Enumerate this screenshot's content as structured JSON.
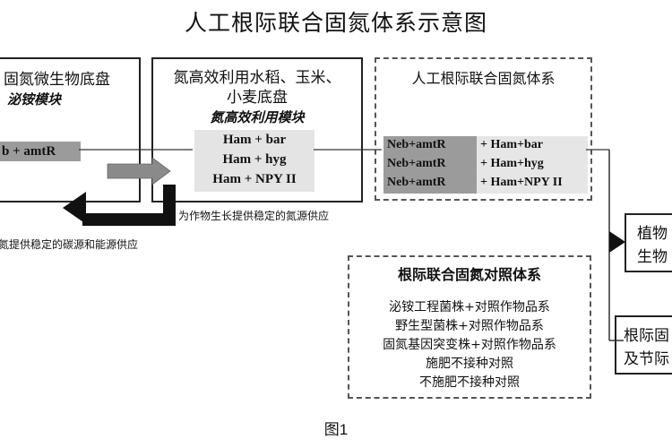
{
  "title": "人工根际联合固氮体系示意图",
  "box1": {
    "heading": "固氮微生物底盘",
    "module_label": "泌铵模块",
    "module_label_partial": "泌铵模块",
    "strain": "Neb + amtR",
    "strain_partial": "b + amtR"
  },
  "box2": {
    "heading_line1": "氮高效利用水稻、玉米、",
    "heading_line2": "小麦底盘",
    "module_label": "氮高效利用模块",
    "lines": [
      "Ham + bar",
      "Ham + hyg",
      "Ham + NPY II"
    ]
  },
  "box3": {
    "heading": "人工根际联合固氮体系",
    "rows": [
      {
        "left": "Neb+amtR",
        "right": "+ Ham+bar"
      },
      {
        "left": "Neb+amtR",
        "right": "+ Ham+hyg"
      },
      {
        "left": "Neb+amtR",
        "right": "+ Ham+NPY II"
      }
    ]
  },
  "arrow_labels": {
    "to_crop": "为作物生长提供稳定的氮源供应",
    "to_microbe": "氮提供稳定的碳源和能源供应"
  },
  "control": {
    "heading": "根际联合固氮对照体系",
    "items": [
      "泌铵工程菌株+对照作物品系",
      "野生型菌株+对照作物品系",
      "固氮基因突变株+对照作物品系",
      "施肥不接种对照",
      "不施肥不接种对照"
    ]
  },
  "right_boxes": {
    "top": {
      "line1": "植物",
      "line2": "生物"
    },
    "bottom": {
      "line1": "根际固",
      "line2": "及节际"
    }
  },
  "caption": "图1"
}
